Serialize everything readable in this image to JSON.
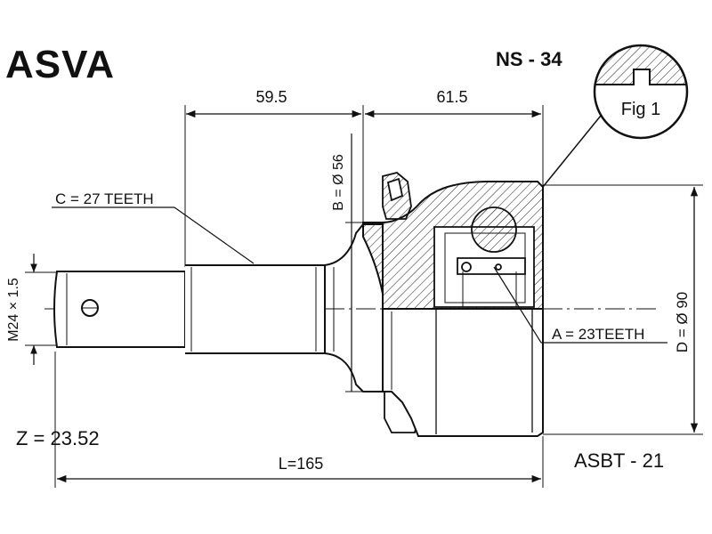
{
  "header": {
    "brand": "ASVA",
    "part_number": "NS - 34"
  },
  "figure": {
    "label": "Fig 1"
  },
  "dimensions": {
    "shaft_length": "59.5",
    "body_length": "61.5",
    "total_length": "L=165",
    "seal_diameter": "B = Ø 56",
    "outer_diameter": "D = Ø 90",
    "thread": "M24 × 1.5"
  },
  "annotations": {
    "outer_teeth": "C = 27 TEETH",
    "inner_teeth": "A = 23TEETH"
  },
  "footer": {
    "z_value": "Z = 23.52",
    "boot_code": "ASBT - 21"
  }
}
